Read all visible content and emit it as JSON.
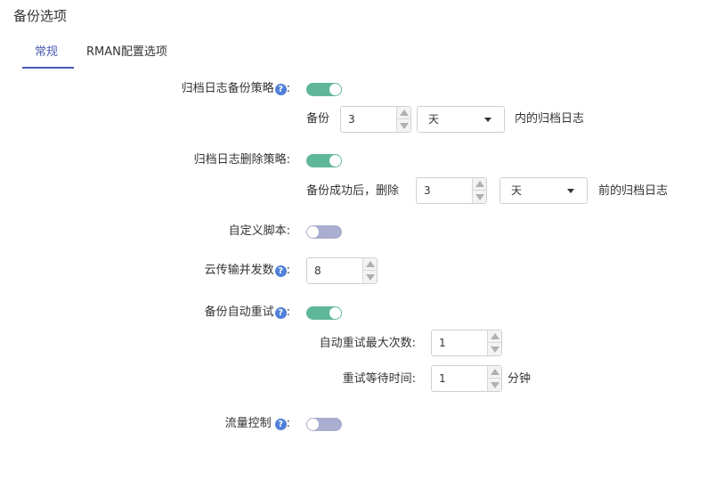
{
  "page": {
    "title": "备份选项"
  },
  "tabs": [
    {
      "label": "常规",
      "active": true
    },
    {
      "label": "RMAN配置选项",
      "active": false
    }
  ],
  "archive_backup": {
    "label": "归档日志备份策略",
    "colon": ":",
    "enabled": true,
    "prefix": "备份",
    "count": "3",
    "unit": "天",
    "suffix": "内的归档日志"
  },
  "archive_delete": {
    "label": "归档日志删除策略",
    "colon": ":",
    "enabled": true,
    "prefix": "备份成功后，删除",
    "count": "3",
    "unit": "天",
    "suffix": "前的归档日志"
  },
  "custom_script": {
    "label": "自定义脚本",
    "colon": ":",
    "enabled": false
  },
  "cloud_concurrency": {
    "label": "云传输并发数",
    "colon": ":",
    "value": "8"
  },
  "auto_retry": {
    "label": "备份自动重试",
    "colon": ":",
    "enabled": true,
    "max_label": "自动重试最大次数",
    "max_colon": ":",
    "max_value": "1",
    "wait_label": "重试等待时间",
    "wait_colon": ":",
    "wait_value": "1",
    "wait_unit": "分钟"
  },
  "flow_control": {
    "label": "流量控制",
    "colon": ":",
    "enabled": false
  },
  "help_glyph": "?",
  "colors": {
    "accent": "#4a5bb0",
    "toggle_on": "#5fb79a",
    "toggle_off": "#a9aed0",
    "help": "#4f7fd8"
  },
  "icons": {
    "help": "question-circle-icon",
    "spin_up": "triangle-up-icon",
    "spin_down": "triangle-down-icon",
    "dropdown": "caret-down-icon"
  }
}
